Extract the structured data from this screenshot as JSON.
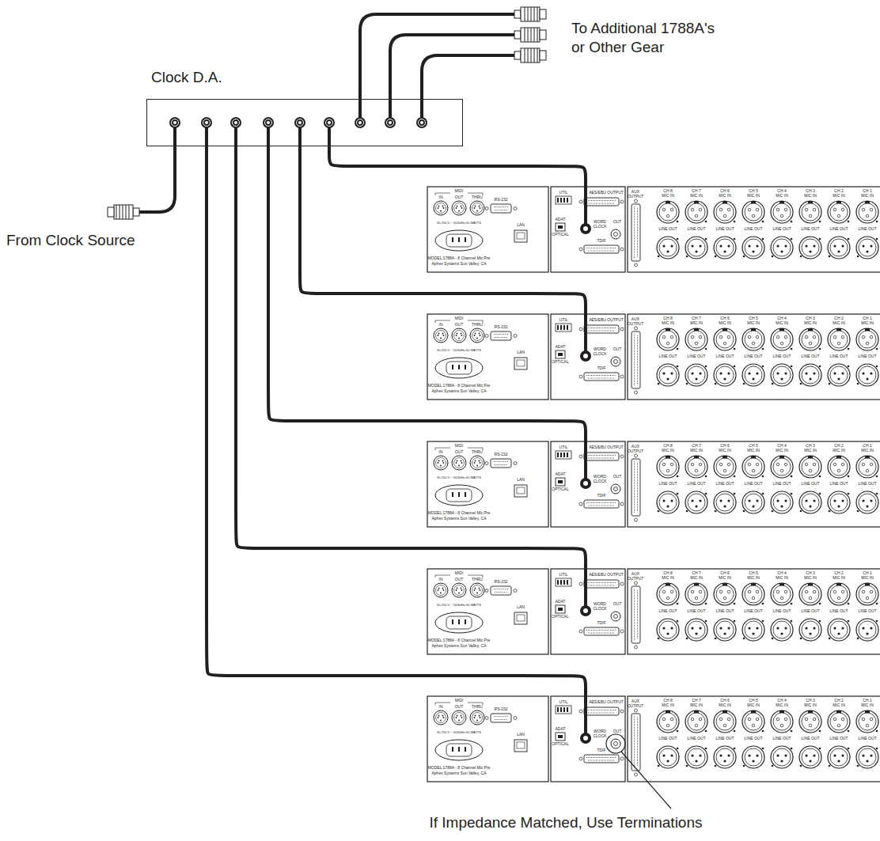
{
  "diagram": {
    "nodes": [
      {
        "text": [
          "Clock D.A."
        ]
      },
      {
        "text": [
          "MIDI",
          "IN",
          "OUT",
          "THRU",
          "RS-232",
          "90-250 V ~ 50/60Hz 60 WATTS",
          "MODEL 1788A - 8 Channel Mic Pre",
          "Aphex Systems Sun Valley, CA",
          "LAN",
          "UTIL",
          "AES/EBU OUTPUT",
          "WORD CLOCK",
          "OUT",
          "ADAT",
          "OPTICAL",
          "TDIF",
          "AUX OUTPUT",
          "CH 8 MIC IN",
          "CH 7 MIC IN",
          "CH 6 MIC IN",
          "CH 5 MIC IN",
          "CH 4 MIC IN",
          "CH 3 MIC IN",
          "CH 2 MIC IN",
          "CH 1 MIC IN",
          "LINE OUT",
          "LINE OUT",
          "LINE OUT",
          "LINE OUT",
          "LINE OUT",
          "LINE OUT",
          "LINE OUT",
          "LINE OUT"
        ]
      },
      {
        "text": [
          "MIDI",
          "IN",
          "OUT",
          "THRU",
          "RS-232",
          "90-250 V ~ 50/60Hz 60 WATTS",
          "MODEL 1788A - 8 Channel Mic Pre",
          "Aphex Systems Sun Valley, CA",
          "LAN",
          "UTIL",
          "AES/EBU OUTPUT",
          "WORD CLOCK",
          "OUT",
          "ADAT",
          "OPTICAL",
          "TDIF",
          "AUX OUTPUT",
          "CH 8 MIC IN",
          "CH 7 MIC IN",
          "CH 6 MIC IN",
          "CH 5 MIC IN",
          "CH 4 MIC IN",
          "CH 3 MIC IN",
          "CH 2 MIC IN",
          "CH 1 MIC IN",
          "LINE OUT",
          "LINE OUT",
          "LINE OUT",
          "LINE OUT",
          "LINE OUT",
          "LINE OUT",
          "LINE OUT",
          "LINE OUT"
        ]
      },
      {
        "text": [
          "MIDI",
          "IN",
          "OUT",
          "THRU",
          "RS-232",
          "90-250 V ~ 50/60Hz 60 WATTS",
          "MODEL 1788A - 8 Channel Mic Pre",
          "Aphex Systems Sun Valley, CA",
          "LAN",
          "UTIL",
          "AES/EBU OUTPUT",
          "WORD CLOCK",
          "OUT",
          "ADAT",
          "OPTICAL",
          "TDIF",
          "AUX OUTPUT",
          "CH 8 MIC IN",
          "CH 7 MIC IN",
          "CH 6 MIC IN",
          "CH 5 MIC IN",
          "CH 4 MIC IN",
          "CH 3 MIC IN",
          "CH 2 MIC IN",
          "CH 1 MIC IN",
          "LINE OUT",
          "LINE OUT",
          "LINE OUT",
          "LINE OUT",
          "LINE OUT",
          "LINE OUT",
          "LINE OUT",
          "LINE OUT"
        ]
      },
      {
        "text": [
          "MIDI",
          "IN",
          "OUT",
          "THRU",
          "RS-232",
          "90-250 V ~ 50/60Hz 60 WATTS",
          "MODEL 1788A - 8 Channel Mic Pre",
          "Aphex Systems Sun Valley, CA",
          "LAN",
          "UTIL",
          "AES/EBU OUTPUT",
          "WORD CLOCK",
          "OUT",
          "ADAT",
          "OPTICAL",
          "TDIF",
          "AUX OUTPUT",
          "CH 8 MIC IN",
          "CH 7 MIC IN",
          "CH 6 MIC IN",
          "CH 5 MIC IN",
          "CH 4 MIC IN",
          "CH 3 MIC IN",
          "CH 2 MIC IN",
          "CH 1 MIC IN",
          "LINE OUT",
          "LINE OUT",
          "LINE OUT",
          "LINE OUT",
          "LINE OUT",
          "LINE OUT",
          "LINE OUT",
          "LINE OUT"
        ]
      },
      {
        "text": [
          "MIDI",
          "IN",
          "OUT",
          "THRU",
          "RS-232",
          "90-250 V ~ 50/60Hz 60 WATTS",
          "MODEL 1788A - 8 Channel Mic Pre",
          "Aphex Systems Sun Valley, CA",
          "LAN",
          "UTIL",
          "AES/EBU OUTPUT",
          "WORD CLOCK",
          "OUT",
          "ADAT",
          "OPTICAL",
          "TDIF",
          "AUX OUTPUT",
          "CH 8 MIC IN",
          "CH 7 MIC IN",
          "CH 6 MIC IN",
          "CH 5 MIC IN",
          "CH 4 MIC IN",
          "CH 3 MIC IN",
          "CH 2 MIC IN",
          "CH 1 MIC IN",
          "LINE OUT",
          "LINE OUT",
          "LINE OUT",
          "LINE OUT",
          "LINE OUT",
          "LINE OUT",
          "LINE OUT",
          "LINE OUT"
        ]
      }
    ],
    "edges": [
      {
        "from": 0,
        "to": 1,
        "arrow": "none"
      },
      {
        "from": 0,
        "to": 2,
        "arrow": "none"
      },
      {
        "from": 0,
        "to": 3,
        "arrow": "none"
      },
      {
        "from": 0,
        "to": 4,
        "arrow": "none"
      },
      {
        "from": 0,
        "to": 5,
        "arrow": "none"
      }
    ],
    "labels": [
      "To Additional 1788A's or Other Gear",
      "From Clock Source",
      "If Impedance Matched, Use Terminations"
    ]
  }
}
